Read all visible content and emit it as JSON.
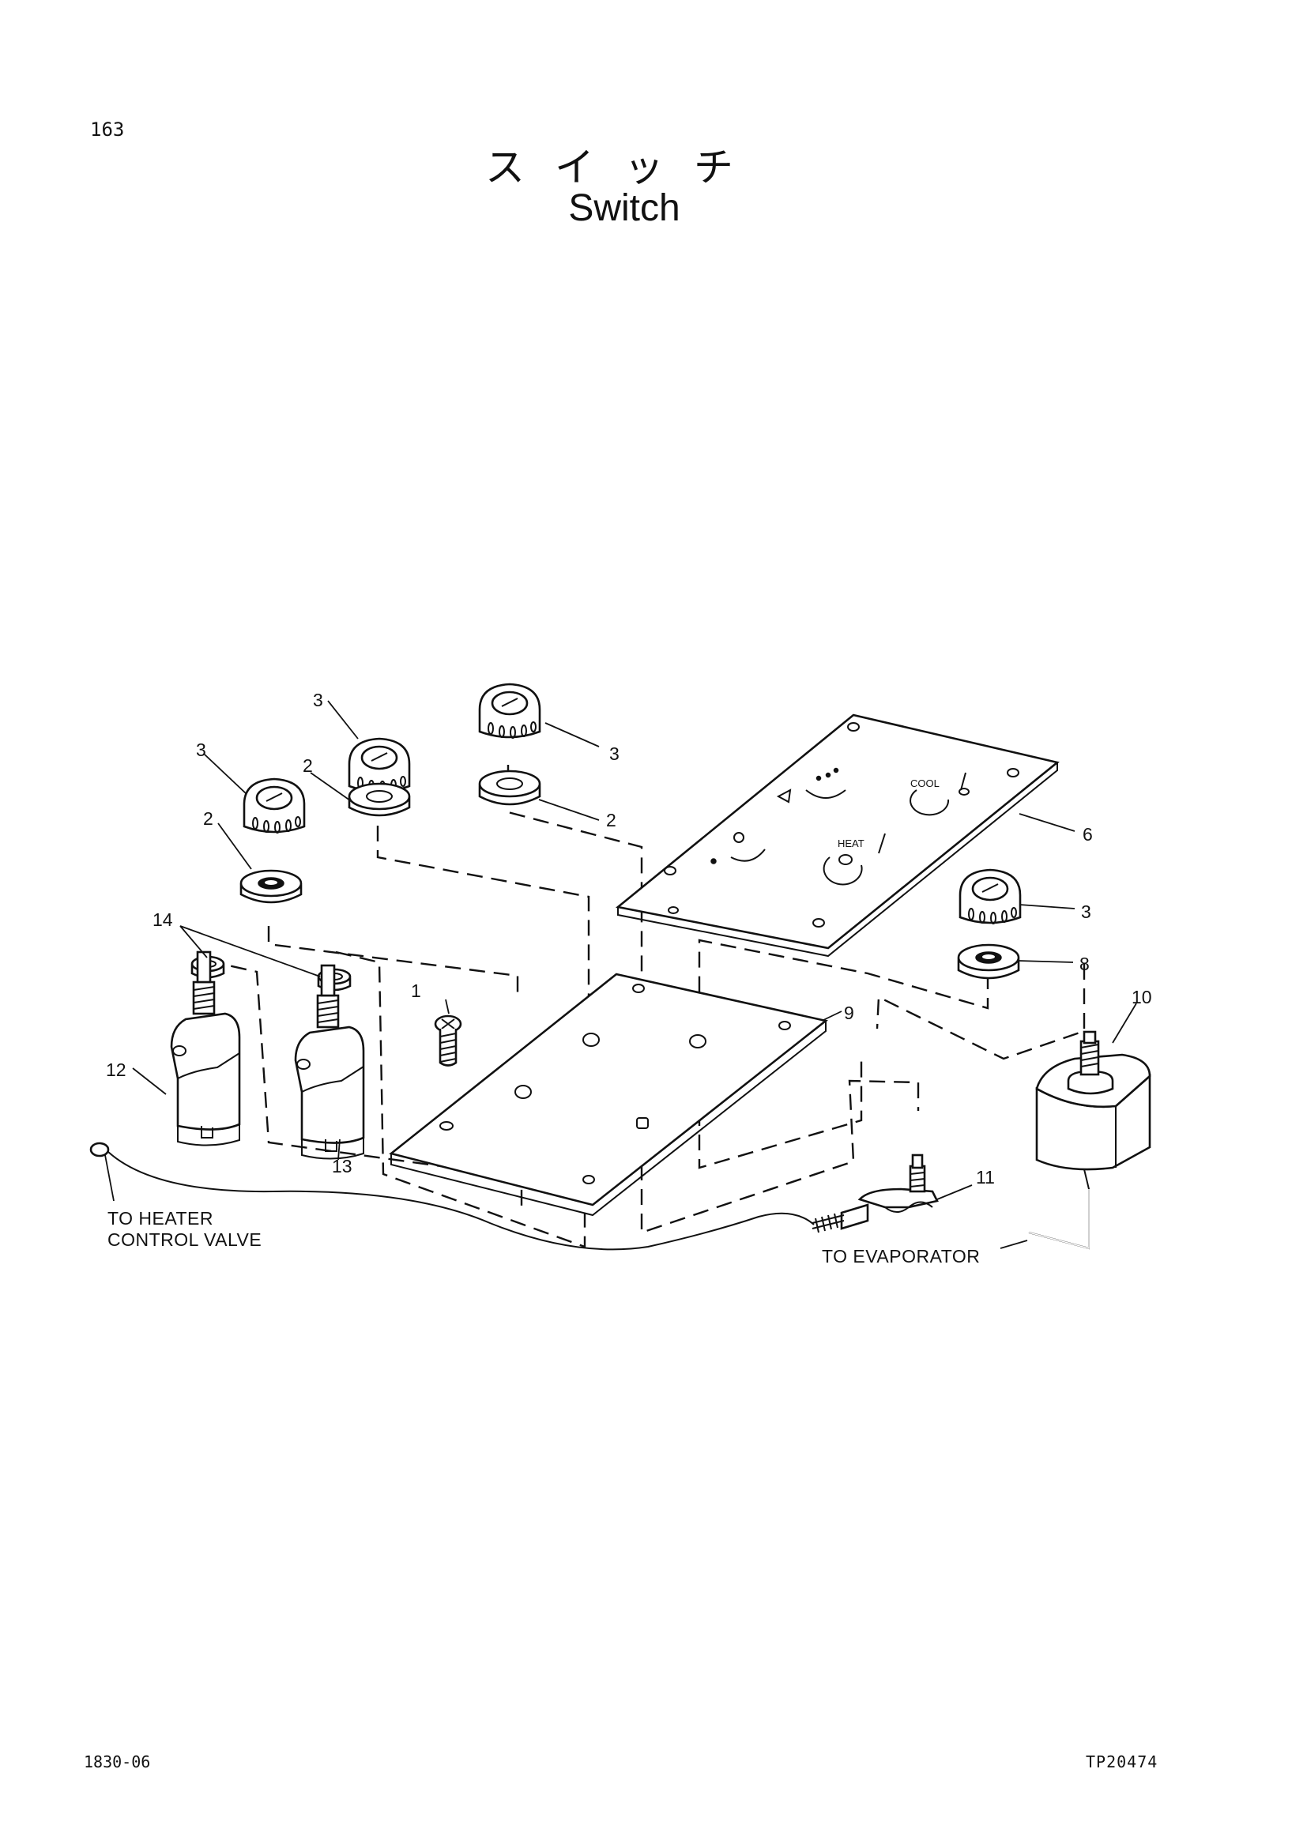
{
  "header": {
    "page_number": "163",
    "title_jp": "スイッチ",
    "title_en": "Switch"
  },
  "callouts": [
    {
      "id": "c1",
      "label": "1"
    },
    {
      "id": "c2a",
      "label": "2"
    },
    {
      "id": "c2b",
      "label": "2"
    },
    {
      "id": "c2c",
      "label": "2"
    },
    {
      "id": "c3a",
      "label": "3"
    },
    {
      "id": "c3b",
      "label": "3"
    },
    {
      "id": "c3c",
      "label": "3"
    },
    {
      "id": "c3d",
      "label": "3"
    },
    {
      "id": "c6",
      "label": "6"
    },
    {
      "id": "c8",
      "label": "8"
    },
    {
      "id": "c9",
      "label": "9"
    },
    {
      "id": "c10",
      "label": "10"
    },
    {
      "id": "c11",
      "label": "11"
    },
    {
      "id": "c12",
      "label": "12"
    },
    {
      "id": "c13",
      "label": "13"
    },
    {
      "id": "c14",
      "label": "14"
    }
  ],
  "notes": {
    "heater_line1": "TO HEATER",
    "heater_line2": "CONTROL VALVE",
    "evaporator": "TO EVAPORATOR"
  },
  "panel_markings": {
    "cool": "COOL",
    "heat": "HEAT"
  },
  "footer": {
    "left_code": "1830-06",
    "right_code": "TP20474"
  }
}
